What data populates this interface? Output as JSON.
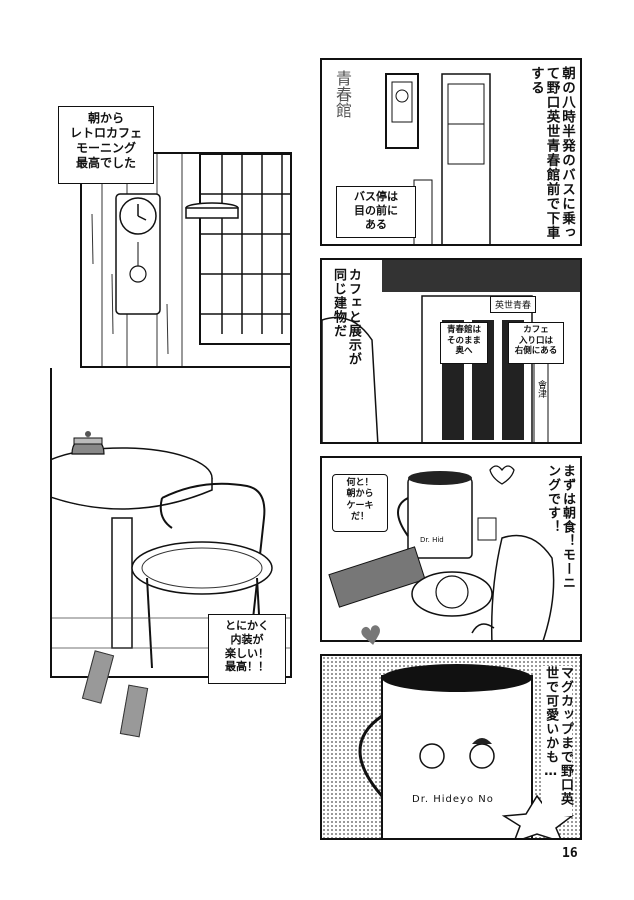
{
  "page_number": "16",
  "left_top": {
    "caption_lines": [
      "朝から",
      "レトロカフェ",
      "モーニング",
      "最高でした"
    ]
  },
  "left_bottom": {
    "caption_lines": [
      "とにかく",
      "内装が",
      "楽しい！",
      "最高！！"
    ]
  },
  "panel1": {
    "narration": "朝の八時半発のバスに乗って野口英世青春館前で下車する",
    "box_lines": [
      "バス停は",
      "目の前に",
      "ある"
    ],
    "wall_sign": "青春館"
  },
  "panel2": {
    "speech": "カフェと展示が同じ建物だ",
    "sign_left_lines": [
      "青春館は",
      "そのまま",
      "奥へ"
    ],
    "sign_right_lines": [
      "カフェ",
      "入り口は",
      "右側にある"
    ],
    "eave_sign": "英世青春",
    "pillar_sign": "會津"
  },
  "panel3": {
    "speech": "まずは朝食！モーニングです！",
    "thought_lines": [
      "何と！",
      "朝から",
      "ケーキ",
      "だ！"
    ],
    "mug_text": "Dr. Hid"
  },
  "panel4": {
    "speech": "マグカップまで野口英世で可愛いかも…",
    "mug_text": "Dr. Hideyo No"
  }
}
